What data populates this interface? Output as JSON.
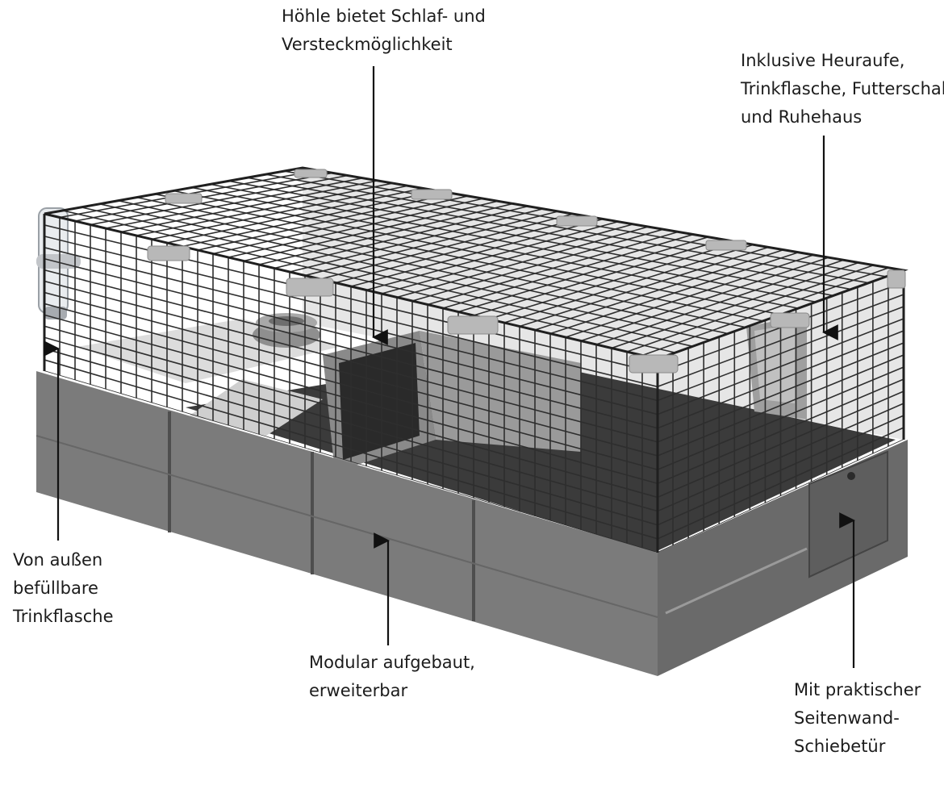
{
  "callouts": {
    "hoehle": {
      "lines": [
        "Höhle bietet Schlaf- und",
        "Versteckmöglichkeit"
      ]
    },
    "inklusive": {
      "lines": [
        "Inklusive Heuraufe,",
        "Trinkflasche, Futterschale",
        "und Ruhehaus"
      ]
    },
    "aussen": {
      "lines": [
        "Von außen",
        "befüllbare",
        "Trinkflasche"
      ]
    },
    "modular": {
      "lines": [
        "Modular aufgebaut,",
        "erweiterbar"
      ]
    },
    "schiebe": {
      "lines": [
        "Mit praktischer",
        "Seitenwand-",
        "Schiebetür"
      ]
    }
  },
  "colors": {
    "wire": "#2e2e2e",
    "base": "#7a7a7a",
    "base_dark": "#5c5c5c",
    "floor": "#3a3a3a",
    "platform": "#d8d8d8",
    "clip": "#b3b3b3",
    "arrow": "#111111"
  }
}
